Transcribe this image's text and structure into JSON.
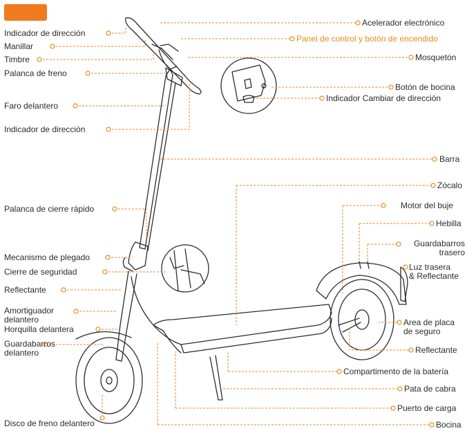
{
  "colors": {
    "accent": "#e8891e",
    "line": "#2b2b2b",
    "badge": "#f07a1f"
  },
  "labels_left": [
    {
      "id": "indicador-direccion-top",
      "text": "Indicador de dirección"
    },
    {
      "id": "manillar",
      "text": "Manillar"
    },
    {
      "id": "timbre",
      "text": "Timbre"
    },
    {
      "id": "palanca-freno",
      "text": "Palanca de freno"
    },
    {
      "id": "faro-delantero",
      "text": "Faro delantero"
    },
    {
      "id": "indicador-direccion-mid",
      "text": "Indicador de dirección"
    },
    {
      "id": "palanca-cierre",
      "text": "Palanca de cierre rápido"
    },
    {
      "id": "mecanismo-plegado",
      "text": "Mecanismo de plegado"
    },
    {
      "id": "cierre-seguridad",
      "text": "Cierre de seguridad"
    },
    {
      "id": "reflectante-left",
      "text": "Reflectante"
    },
    {
      "id": "amortiguador",
      "text": "Amortiguador\ndelantero"
    },
    {
      "id": "horquilla",
      "text": "Horquilla delantera"
    },
    {
      "id": "guardabarros-del",
      "text": "Guardabarros\ndelantero"
    },
    {
      "id": "disco-freno",
      "text": "Disco de freno delantero"
    }
  ],
  "labels_right": [
    {
      "id": "acelerador",
      "text": "Acelerador electrónico"
    },
    {
      "id": "panel-control",
      "text": "Panel de control y botón de encendido"
    },
    {
      "id": "mosqueton",
      "text": "Mosquetón"
    },
    {
      "id": "boton-bocina",
      "text": "Botón de bocina"
    },
    {
      "id": "indicador-cambiar",
      "text": "Indicador Cambiar de dirección"
    },
    {
      "id": "barra",
      "text": "Barra"
    },
    {
      "id": "zocalo",
      "text": "Zócalo"
    },
    {
      "id": "motor-buje",
      "text": "Motor del buje"
    },
    {
      "id": "hebilla",
      "text": "Hebilla"
    },
    {
      "id": "guardabarros-tra",
      "text": "Guardabarros\ntrasero"
    },
    {
      "id": "luz-trasera",
      "text": "Luz trasera\n& Reflectante"
    },
    {
      "id": "area-placa",
      "text": "Area de placa\nde seguro"
    },
    {
      "id": "reflectante-right",
      "text": "Reflectante"
    },
    {
      "id": "compartimento",
      "text": "Compartimento de la batería"
    },
    {
      "id": "pata-cabra",
      "text": "Pata de cabra"
    },
    {
      "id": "puerto-carga",
      "text": "Puerto de carga"
    },
    {
      "id": "bocina",
      "text": "Bocina"
    }
  ]
}
